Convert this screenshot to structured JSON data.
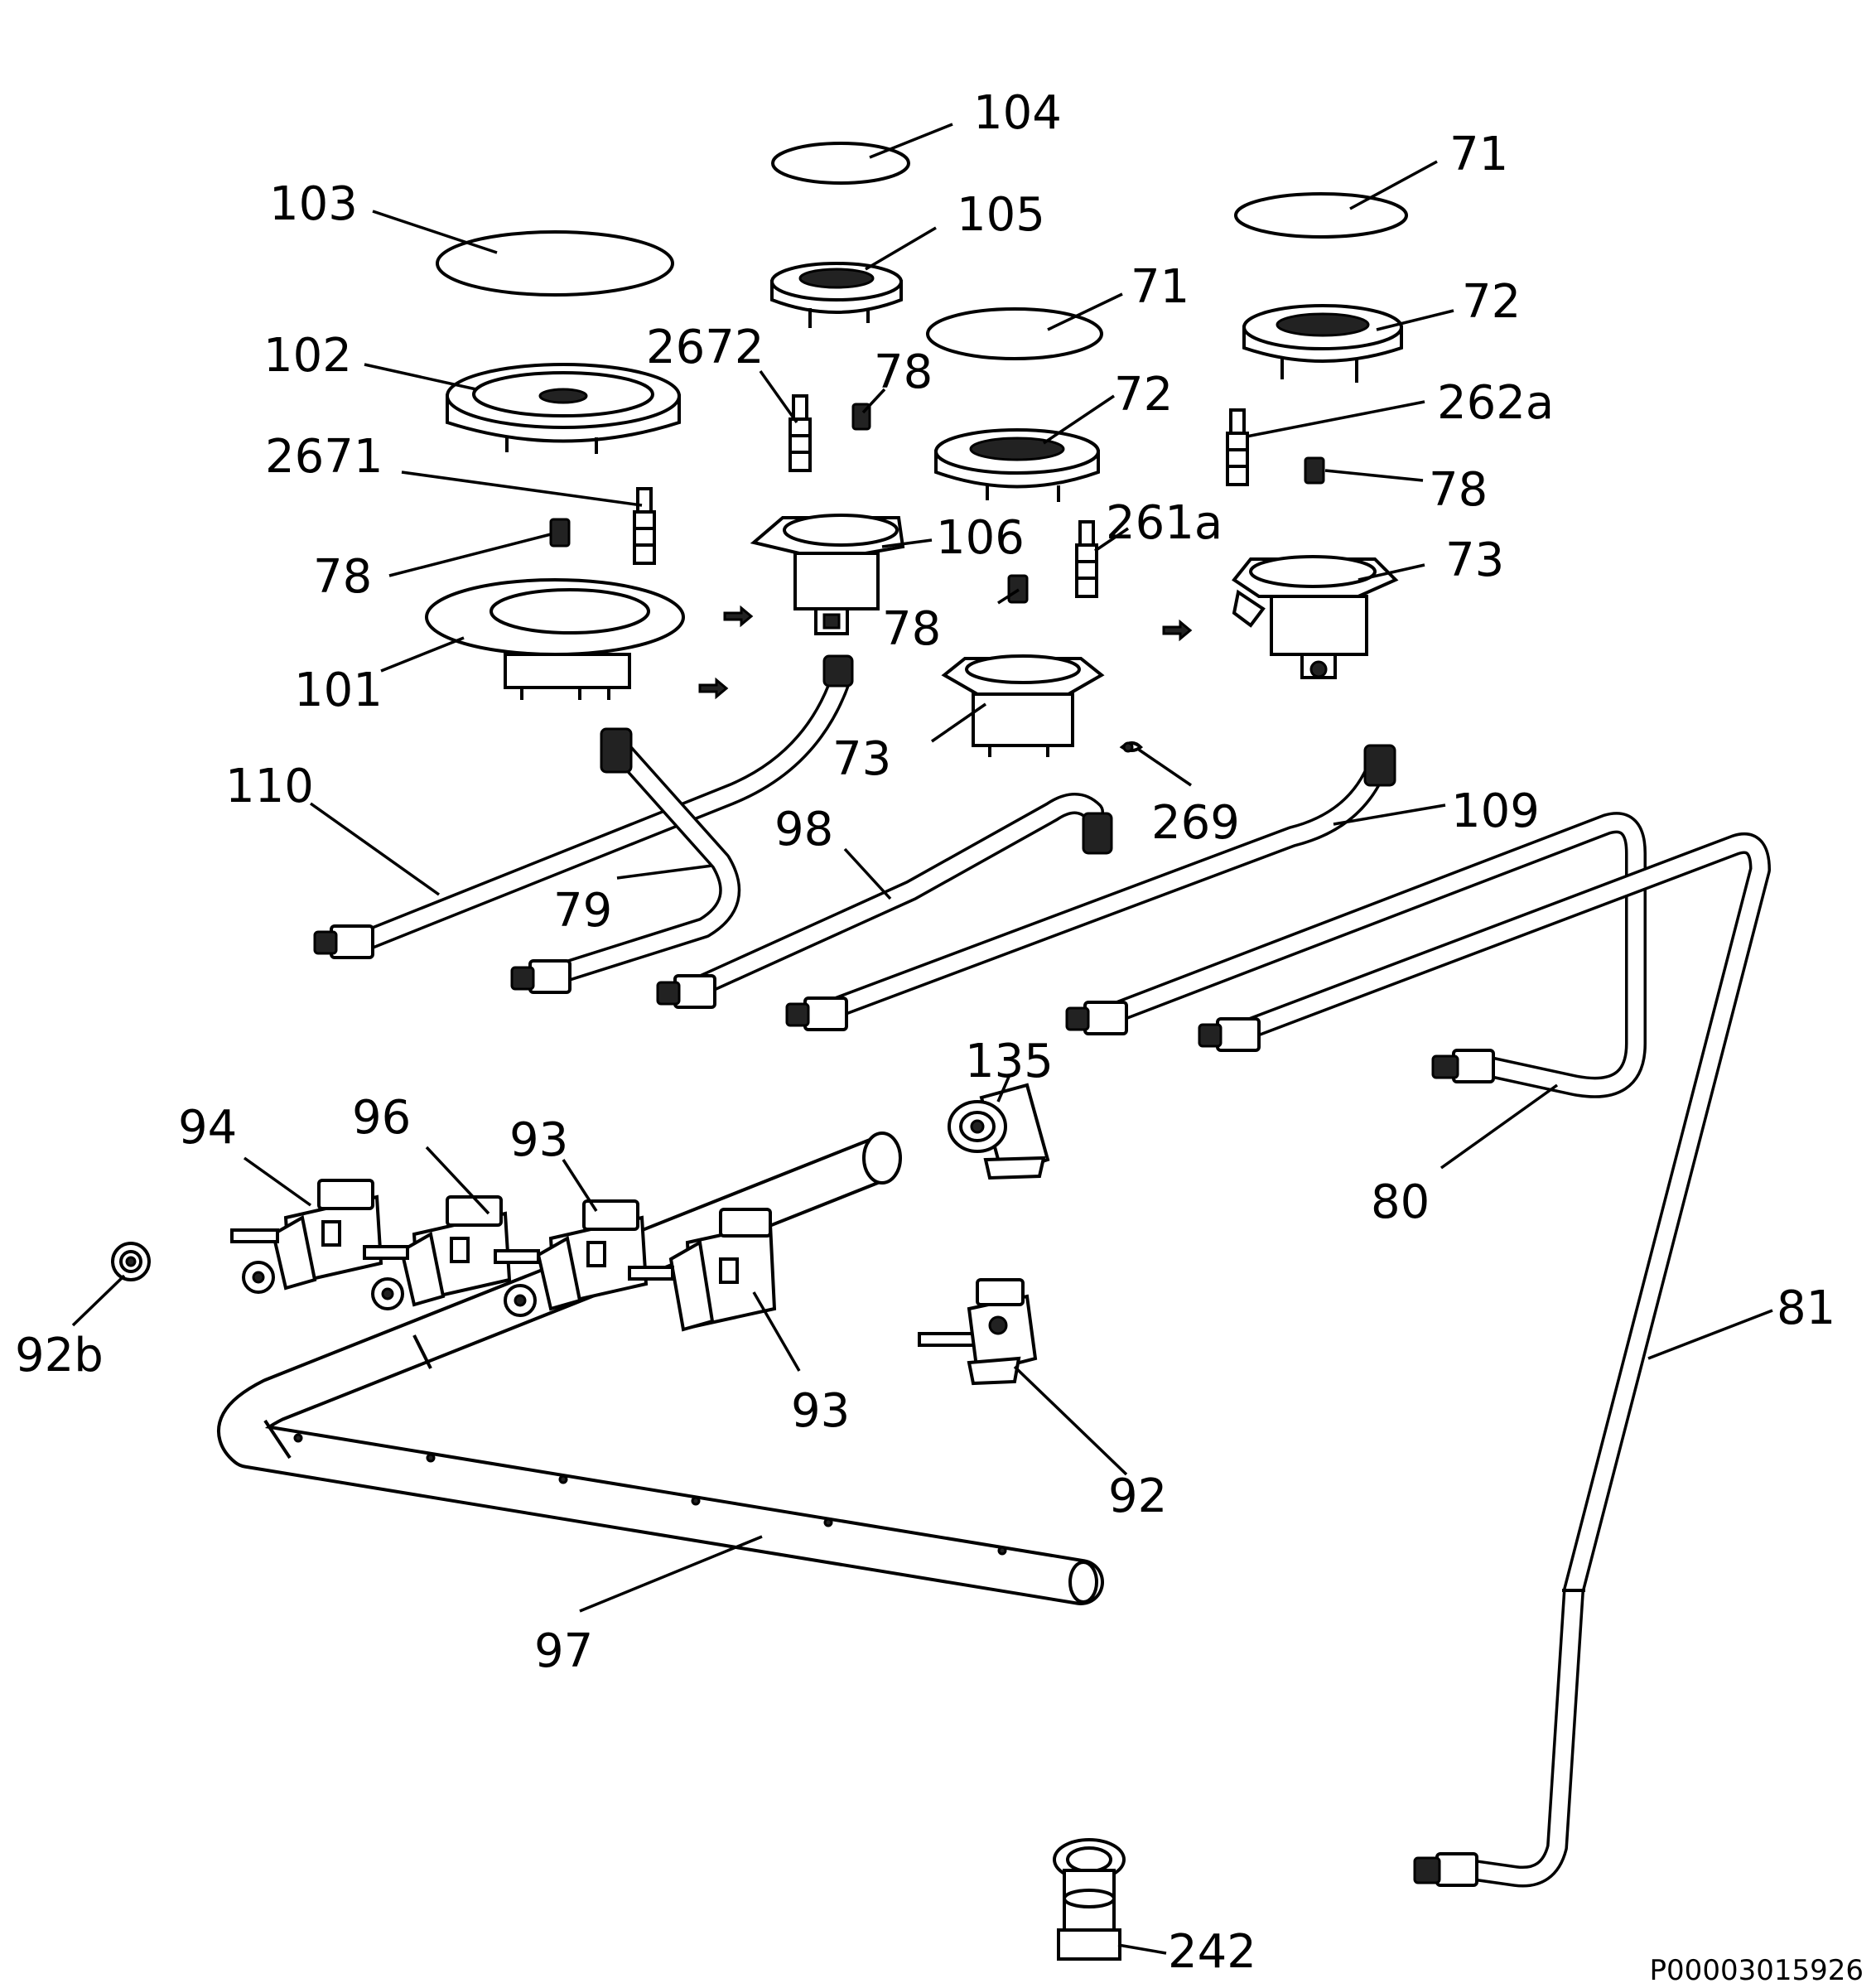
{
  "labels": {
    "l104": "104",
    "l71a": "71",
    "l103": "103",
    "l105": "105",
    "l71b": "71",
    "l72a": "72",
    "l102": "102",
    "l2672": "2672",
    "l78a": "78",
    "l72b": "72",
    "l262a": "262a",
    "l78b": "78",
    "l2671": "2671",
    "l261a": "261a",
    "l106": "106",
    "l78c": "78",
    "l73a": "73",
    "l78d": "78",
    "l101": "101",
    "l73b": "73",
    "l269": "269",
    "l110": "110",
    "l98": "98",
    "l109": "109",
    "l79": "79",
    "l135": "135",
    "l94": "94",
    "l96": "96",
    "l93a": "93",
    "l80": "80",
    "l81": "81",
    "l92b": "92b",
    "l93b": "93",
    "l92": "92",
    "l97": "97",
    "l242": "242"
  },
  "reference_code": "P00003015926"
}
